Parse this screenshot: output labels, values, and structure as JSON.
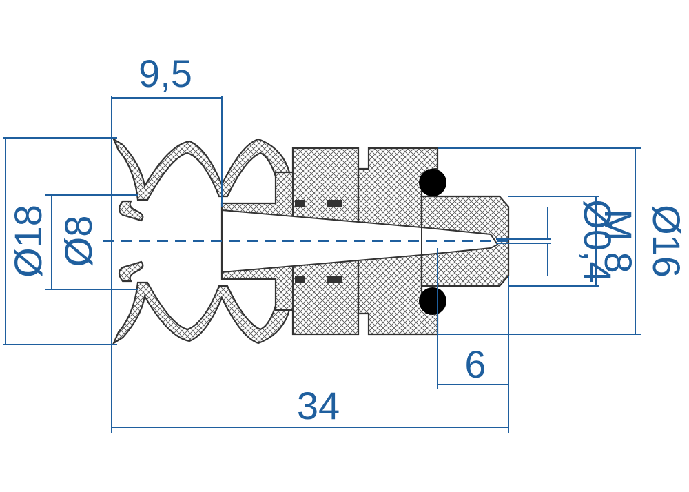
{
  "dimensions": {
    "top_width": "9,5",
    "outer_diameter": "Ø18",
    "inner_diameter": "Ø8",
    "orifice_diameter": "Ø0,4",
    "thread": "M 8",
    "body_diameter": "Ø16",
    "thread_length": "6",
    "total_length": "34"
  },
  "colors": {
    "dimension": "#1f5f9e",
    "outline": "#333333",
    "seal": "#000000",
    "hatch": "#555555"
  }
}
